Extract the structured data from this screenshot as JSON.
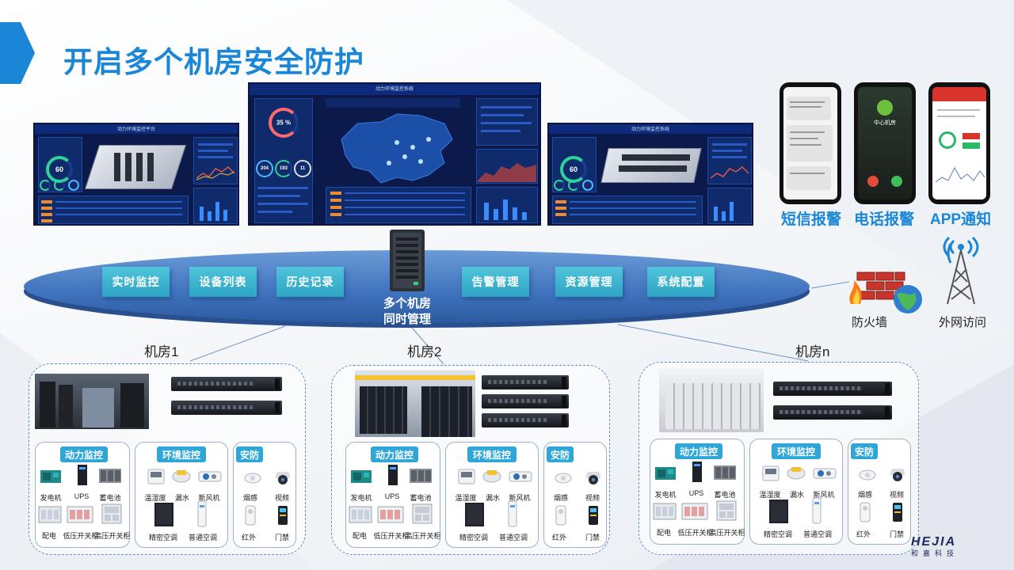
{
  "page": {
    "title": "开启多个机房安全防护"
  },
  "colors": {
    "accent": "#1b86d6",
    "menu": "#3fb4cf",
    "ellipse": "#4a7fc8"
  },
  "dashboards": {
    "left_title": "动力环境监控平台",
    "middle_title": "动力环境监控系统",
    "right_title": "动力环境监控系统",
    "left_gauge": "60",
    "right_gauge": "60",
    "middle_gauge": "35 %",
    "middle_stats": [
      "204",
      "193",
      "11"
    ]
  },
  "alerts": {
    "items": [
      {
        "caption": "短信报警",
        "icon": "sms-phone"
      },
      {
        "caption": "电话报警",
        "icon": "call-phone"
      },
      {
        "caption": "APP通知",
        "icon": "app-phone"
      }
    ],
    "call_name": "中心机房"
  },
  "menu": {
    "items": [
      "实时监控",
      "设备列表",
      "历史记录",
      "告警管理",
      "资源管理",
      "系统配置"
    ],
    "center_label_line1": "多个机房",
    "center_label_line2": "同时管理"
  },
  "network": {
    "firewall": "防火墙",
    "external": "外网访问"
  },
  "rooms": [
    {
      "label": "机房1"
    },
    {
      "label": "机房2"
    },
    {
      "label": "机房n"
    }
  ],
  "monitor_groups": {
    "power": {
      "title": "动力监控",
      "items": [
        "发电机",
        "UPS",
        "蓄电池",
        "配电",
        "低压开关柜",
        "高压开关柜"
      ]
    },
    "environment": {
      "title": "环境监控",
      "items": [
        "温湿度",
        "漏水",
        "新风机",
        "精密空调",
        "普通空调"
      ]
    },
    "security": {
      "title": "安防",
      "items": [
        "烟感",
        "视频",
        "红外",
        "门禁"
      ]
    }
  },
  "brand": {
    "name": "HEJIA",
    "sub": "和嘉科技"
  }
}
